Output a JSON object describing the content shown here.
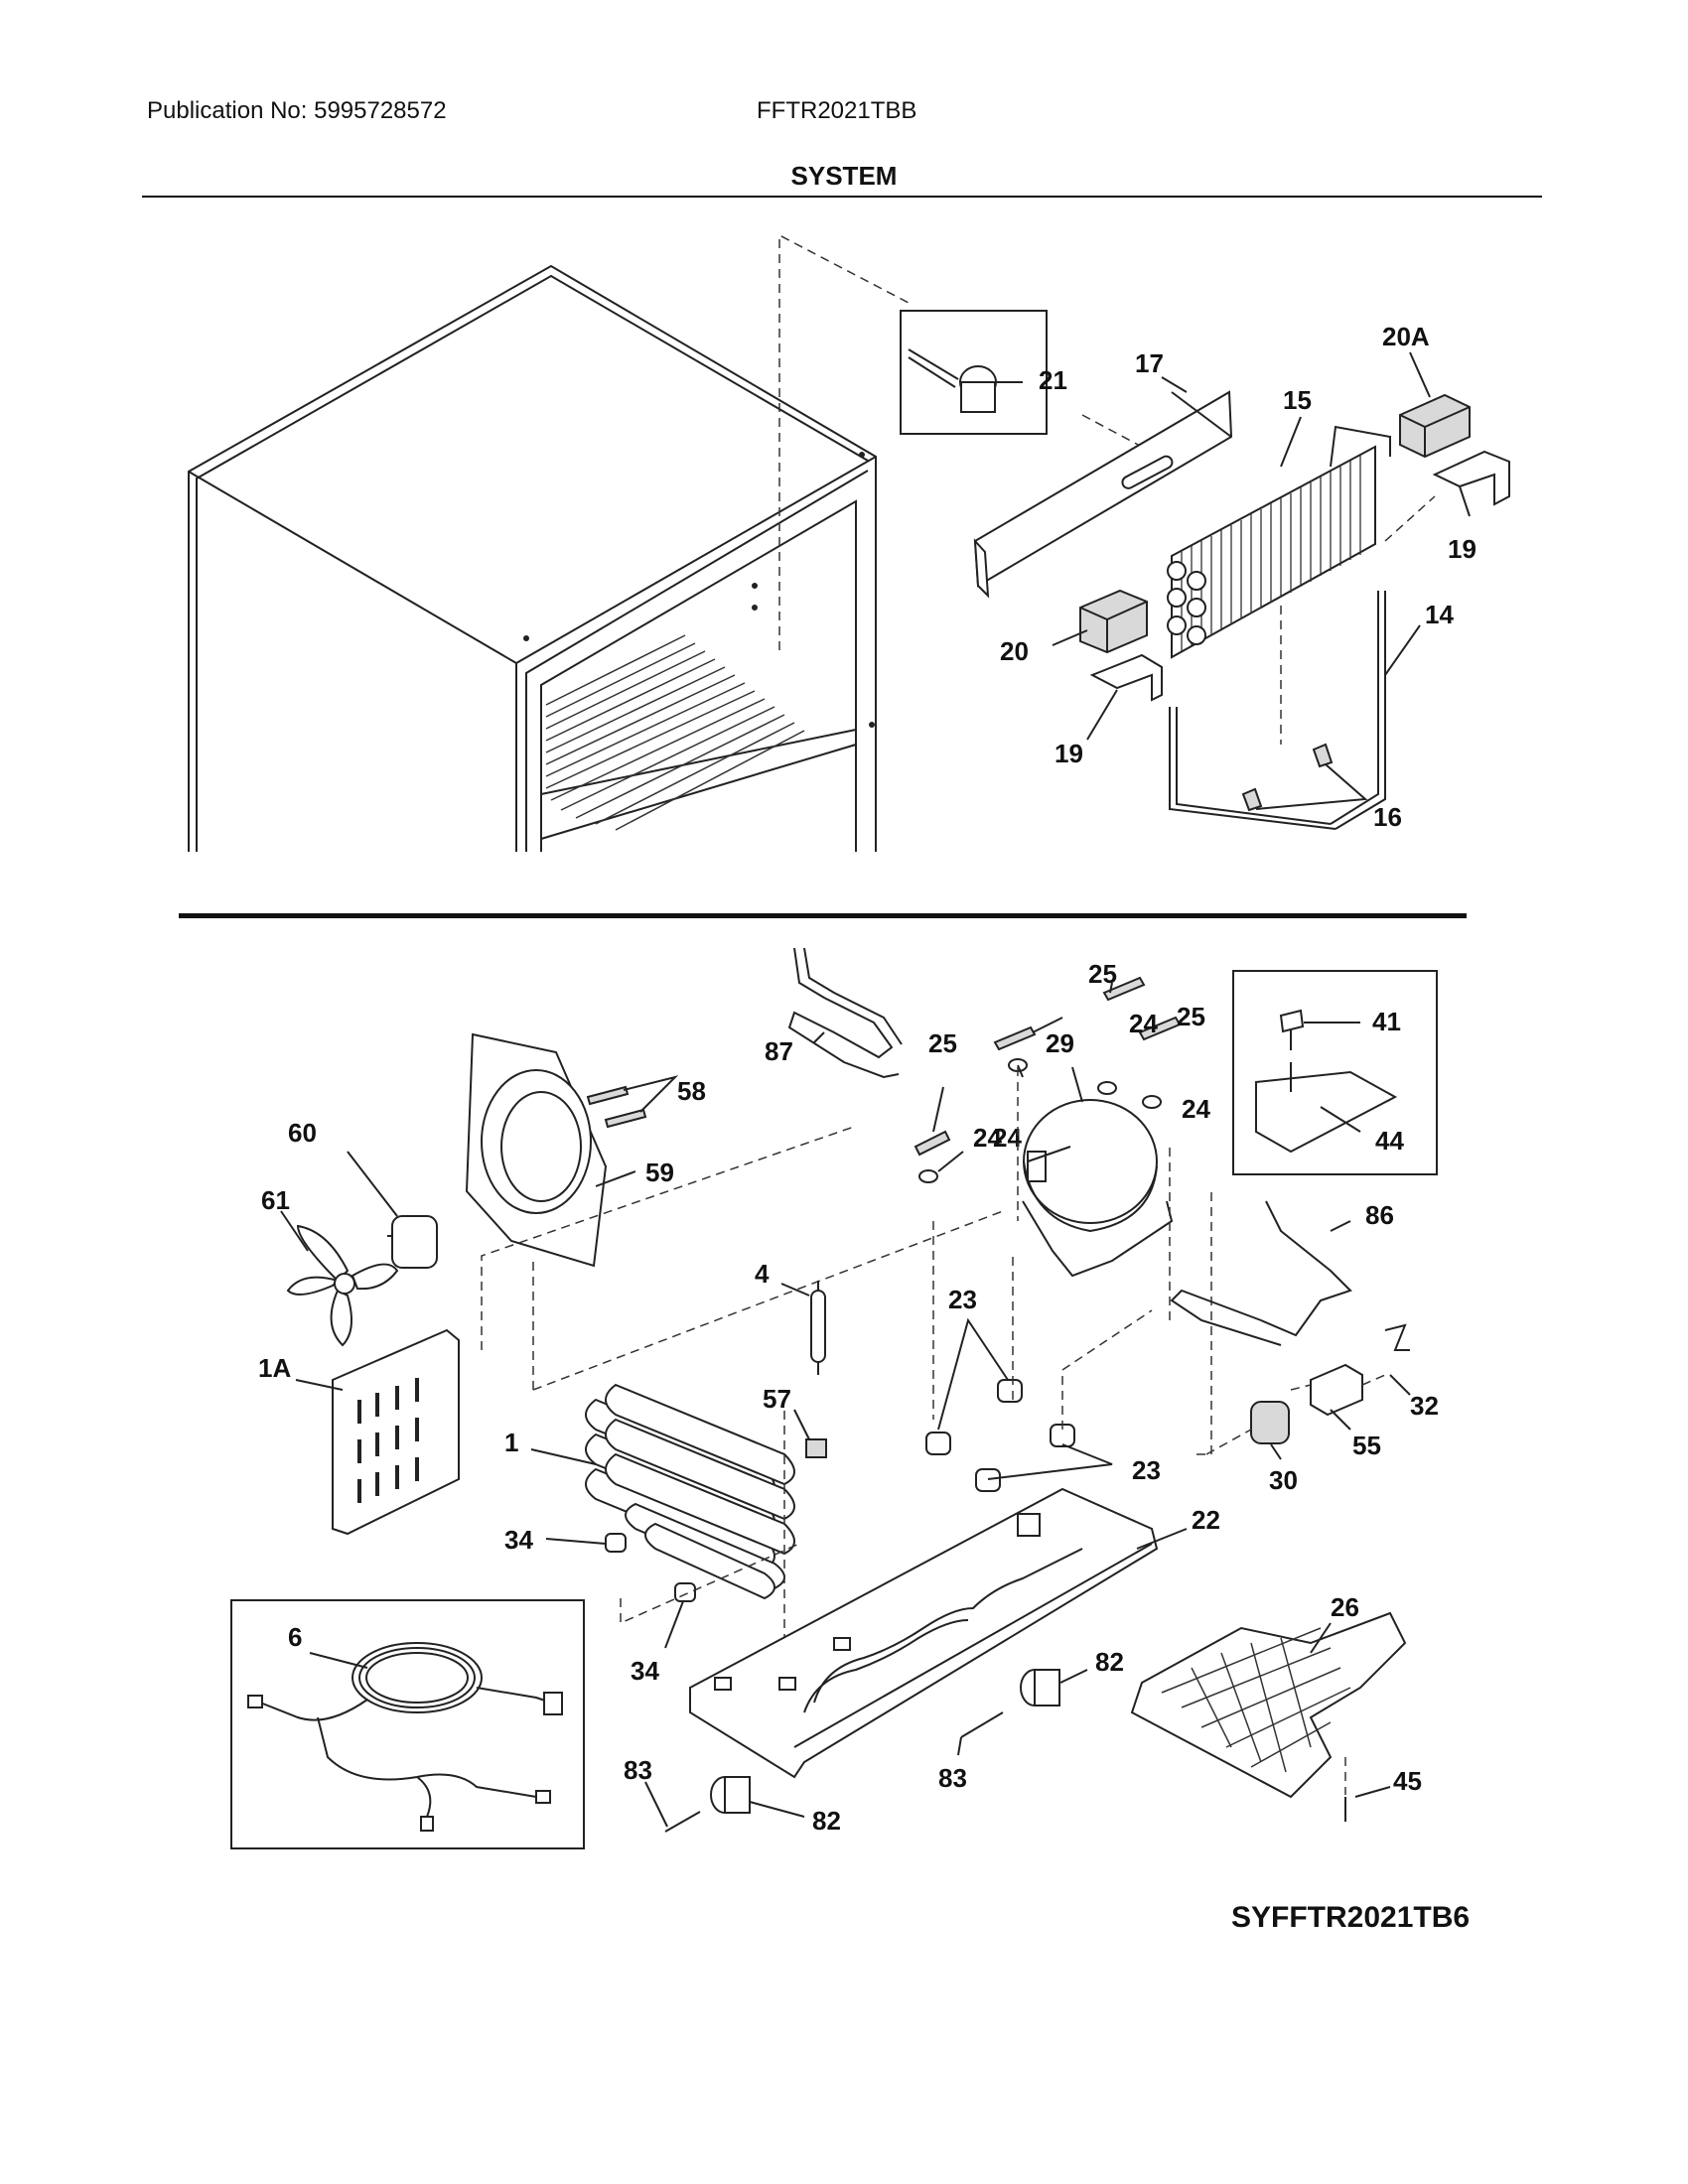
{
  "header": {
    "publication": "Publication No: 5995728572",
    "model": "FFTR2021TBB",
    "section_title": "SYSTEM"
  },
  "diagram_code": "SYFFTR2021TB6",
  "callouts": {
    "c21": "21",
    "c17": "17",
    "c15": "15",
    "c20A": "20A",
    "c19a": "19",
    "c14": "14",
    "c20": "20",
    "c19b": "19",
    "c16": "16",
    "c25a": "25",
    "c25b": "25",
    "c25c": "25",
    "c24a": "24",
    "c24b": "24",
    "c24c": "24",
    "c24d": "24",
    "c29": "29",
    "c87": "87",
    "c41": "41",
    "c44": "44",
    "c58": "58",
    "c59": "59",
    "c60": "60",
    "c61": "61",
    "c4": "4",
    "c23a": "23",
    "c23b": "23",
    "c86": "86",
    "c1A": "1A",
    "c57": "57",
    "c1": "1",
    "c32": "32",
    "c55": "55",
    "c30": "30",
    "c34a": "34",
    "c34b": "34",
    "c22": "22",
    "c26": "26",
    "c6": "6",
    "c82a": "82",
    "c82b": "82",
    "c83a": "83",
    "c83b": "83",
    "c45": "45"
  }
}
